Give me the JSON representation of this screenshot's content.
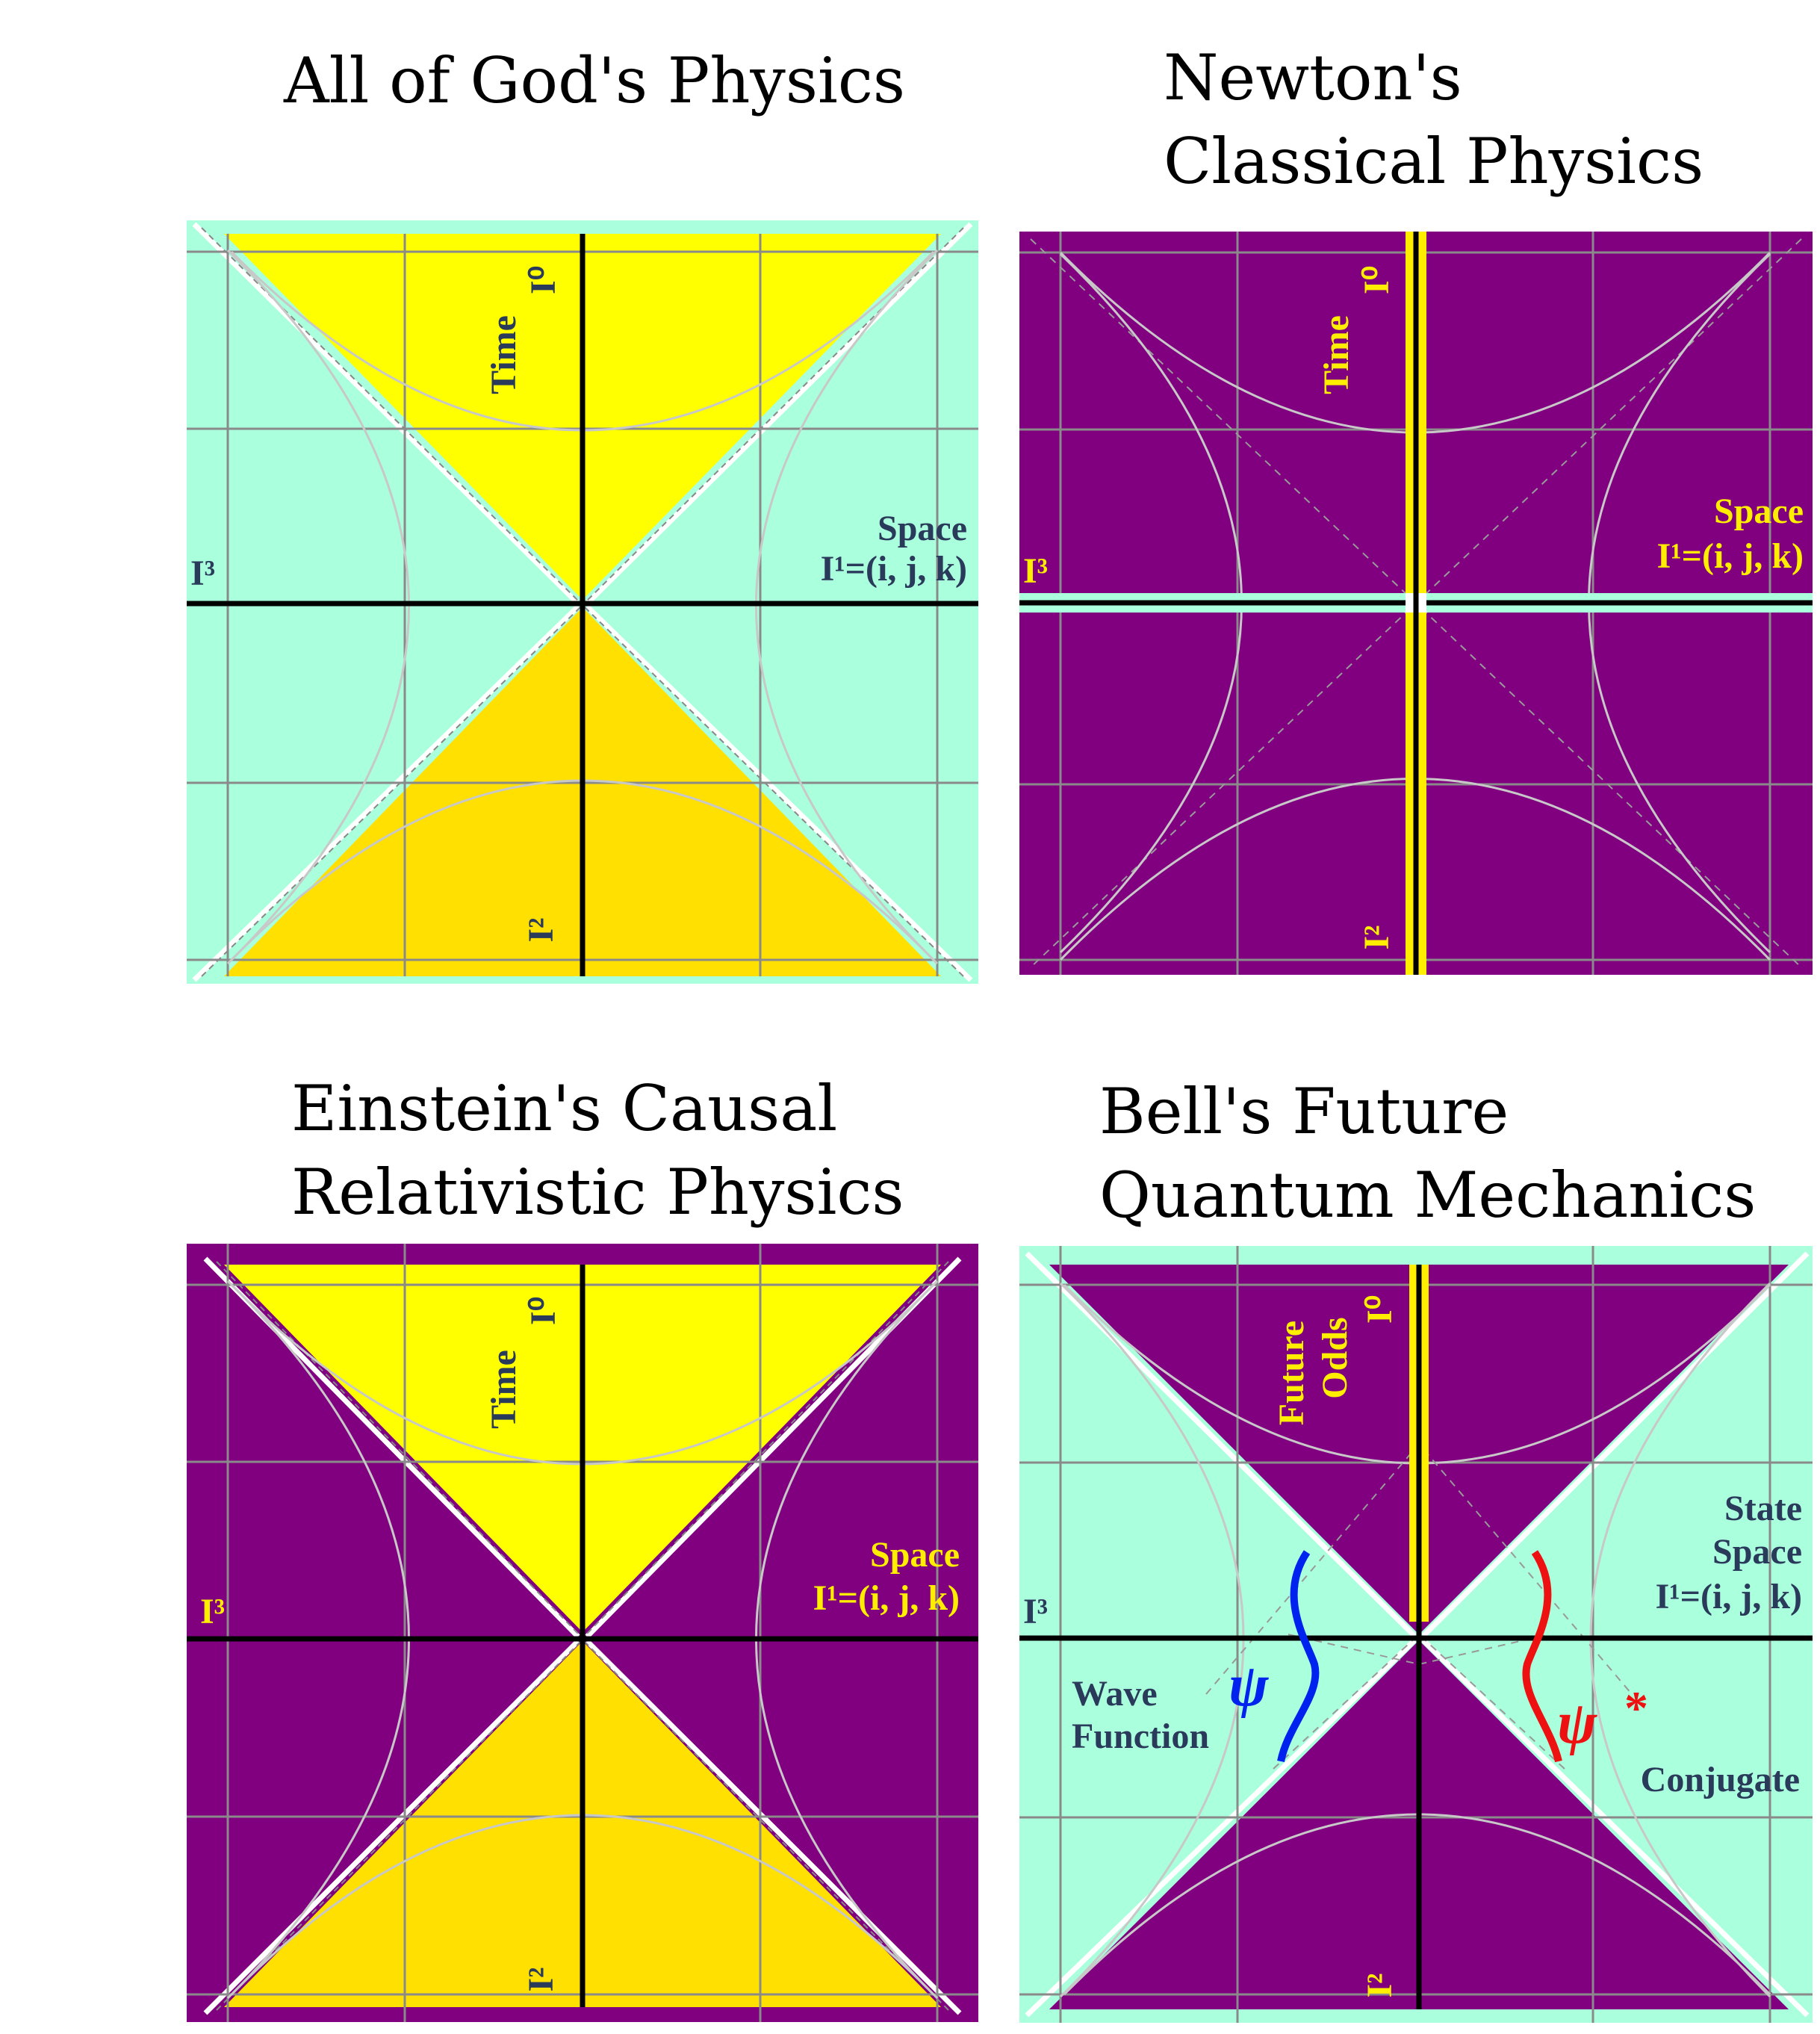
{
  "colors": {
    "yellow": "#ffff00",
    "gold": "#ffe000",
    "aqua": "#aaffdd",
    "purple": "#800080",
    "grid": "#8a8a8a",
    "hyperbola": "#c8c8c8",
    "navy": "#2a3a5a",
    "label_yellow": "#ffee00",
    "psi_blue": "#0022ee",
    "psi_red": "#ee1111"
  },
  "panels": [
    {
      "title_lines": [
        "All of God's Physics"
      ],
      "labels": {
        "time": "Time",
        "i0": "I⁰",
        "space": "Space",
        "i1": "I¹=(i, j, k)",
        "i3": "I³",
        "i2": "I²"
      }
    },
    {
      "title_lines": [
        "Newton's",
        "Classical Physics"
      ],
      "labels": {
        "time": "Time",
        "i0": "I⁰",
        "space": "Space",
        "i1": "I¹=(i, j, k)",
        "i3": "I³",
        "i2": "I²"
      }
    },
    {
      "title_lines": [
        "Einstein's Causal",
        "Relativistic Physics"
      ],
      "labels": {
        "time": "Time",
        "i0": "I⁰",
        "space": "Space",
        "i1": "I¹=(i, j, k)",
        "i3": "I³",
        "i2": "I²"
      }
    },
    {
      "title_lines": [
        "Bell's Future",
        "Quantum Mechanics"
      ],
      "labels": {
        "future": "Future",
        "odds": "Odds",
        "i0": "I⁰",
        "state": "State",
        "space": "Space",
        "i1": "I¹=(i, j, k)",
        "i3": "I³",
        "i2": "I²",
        "wave": "Wave",
        "function": "Function",
        "psi": "ψ",
        "psi_star": "ψ",
        "star": "*",
        "conjugate": "Conjugate"
      }
    }
  ]
}
